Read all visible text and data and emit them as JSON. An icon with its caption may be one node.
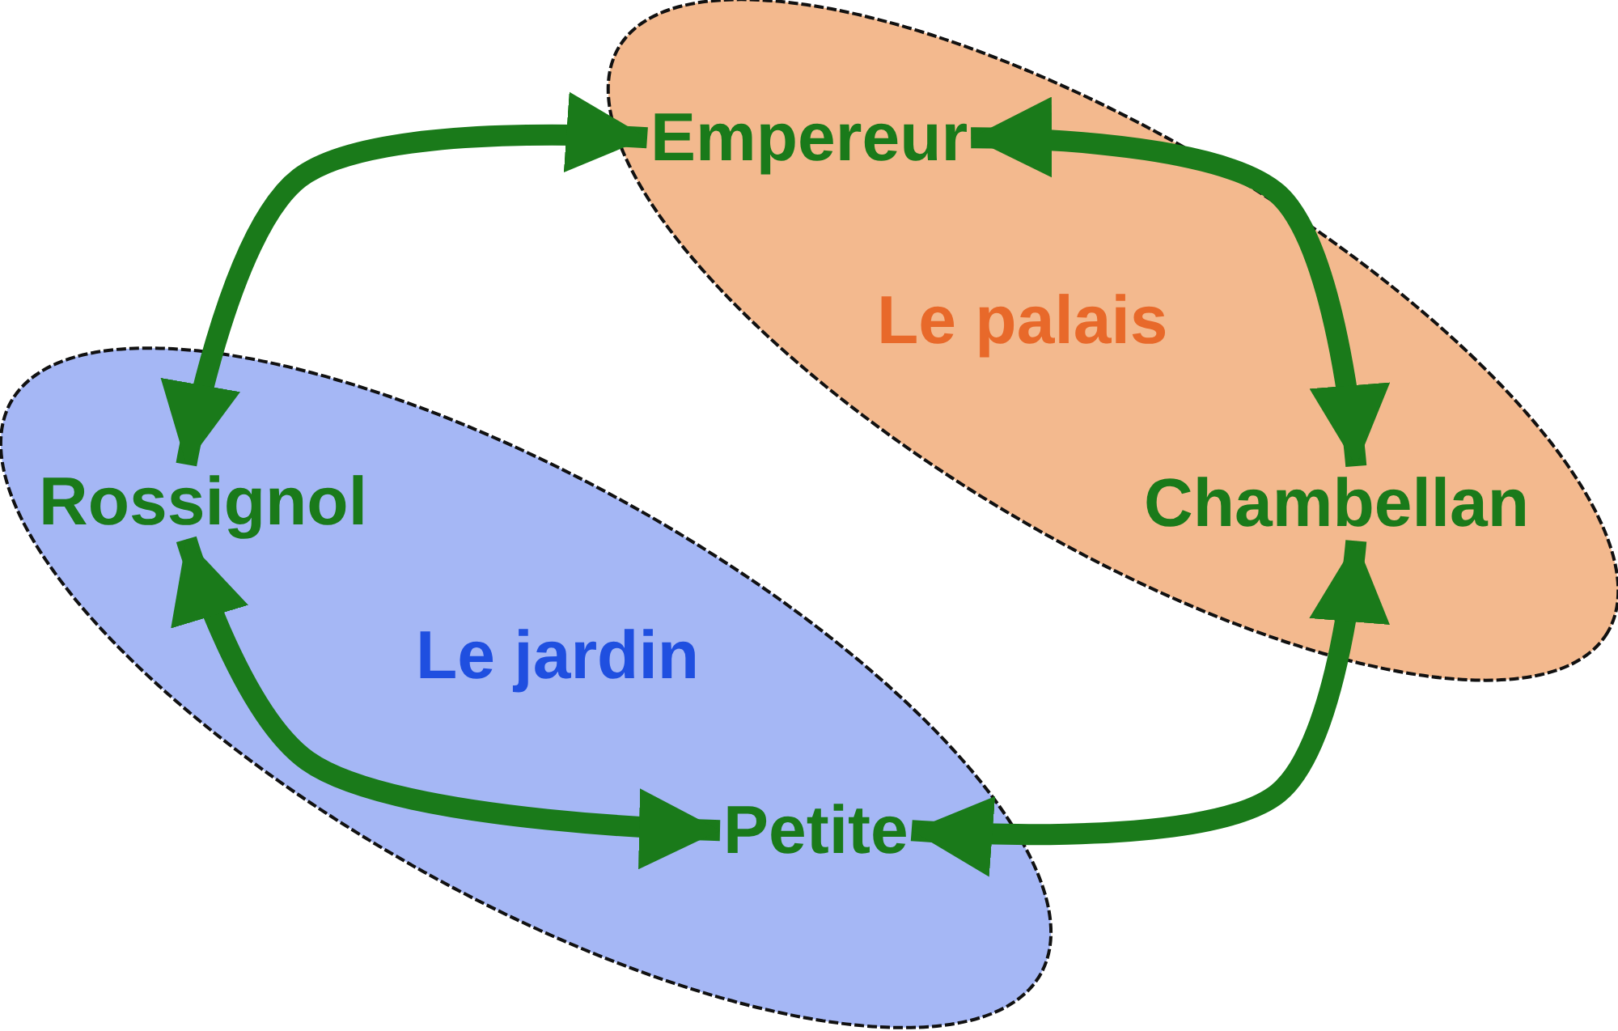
{
  "diagram": {
    "nodes": [
      {
        "text": [
          "Le palais"
        ]
      },
      {
        "text": [
          "Empereur"
        ],
        "in": 0
      },
      {
        "text": [
          "Chambellan"
        ],
        "in": 0
      },
      {
        "text": [
          "Le jardin"
        ]
      },
      {
        "text": [
          "Rossignol"
        ],
        "in": 3
      },
      {
        "text": [
          "Petite"
        ],
        "in": 3
      }
    ],
    "edges": [
      {
        "from": 1,
        "to": 2,
        "arrow": "both"
      },
      {
        "from": 2,
        "to": 5,
        "arrow": "both"
      },
      {
        "from": 5,
        "to": 4,
        "arrow": "both"
      },
      {
        "from": 4,
        "to": 1,
        "arrow": "both"
      }
    ]
  }
}
